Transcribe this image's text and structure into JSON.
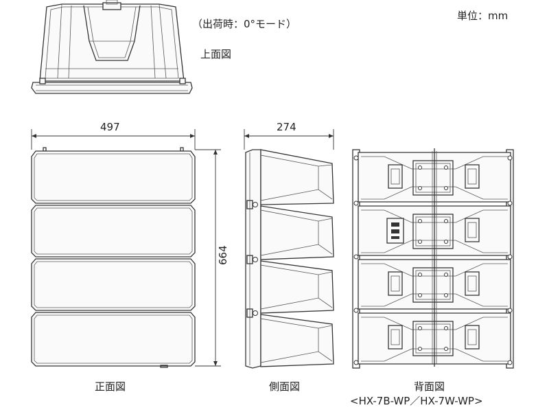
{
  "unit_label": "単位：mm",
  "mode_label": "（出荷時：0°モード）",
  "views": {
    "top": "上面図",
    "front": "正面図",
    "side": "側面図",
    "rear": "背面図"
  },
  "model_label": "<HX-7B-WP／HX-7W-WP>",
  "dimensions": {
    "width": "497",
    "depth": "274",
    "height": "664"
  }
}
